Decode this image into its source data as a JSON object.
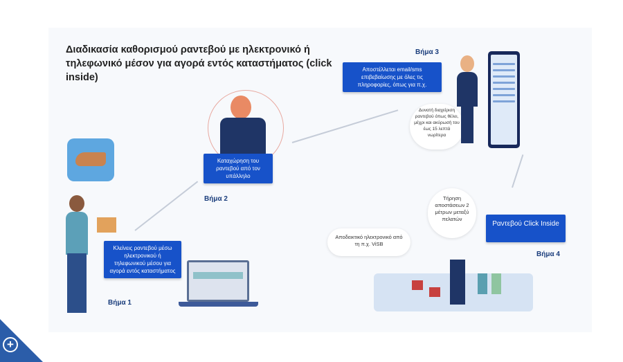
{
  "title": "Διαδικασία καθορισμού ραντεβού με ηλεκτρονικό ή τηλεφωνικό μέσον για αγορά εντός καταστήματος (click inside)",
  "steps": [
    {
      "label": "Βήμα 1",
      "text": "Κλείνεις ραντεβού μέσω ηλεκτρονικού ή τηλεφωνικού μέσου για αγορά εντός καταστήματος"
    },
    {
      "label": "Βήμα 2",
      "text": "Καταχώρηση του ραντεβού από τον υπάλληλο"
    },
    {
      "label": "Βήμα 3",
      "text": "Αποστέλλεται email/sms επιβεβαίωσης με όλες τις πληροφορίες, όπως για π.χ.",
      "bubble": "Δυνατή διαχείριση ραντεβού όπως θέλει, μέχρι και ακύρωσή του έως 15 λεπτά νωρίτερα"
    },
    {
      "label": "Βήμα 4",
      "text": "Ραντεβού Click Inside",
      "bubble_left": "Αποδεικτικό ηλεκτρονικό από τη π.χ. ViSB",
      "bubble_top": "Τήρηση αποστάσεων 2 μέτρων μεταξύ πελατών"
    }
  ],
  "colors": {
    "accent": "#1752c9",
    "corner": "#2b5da9"
  }
}
